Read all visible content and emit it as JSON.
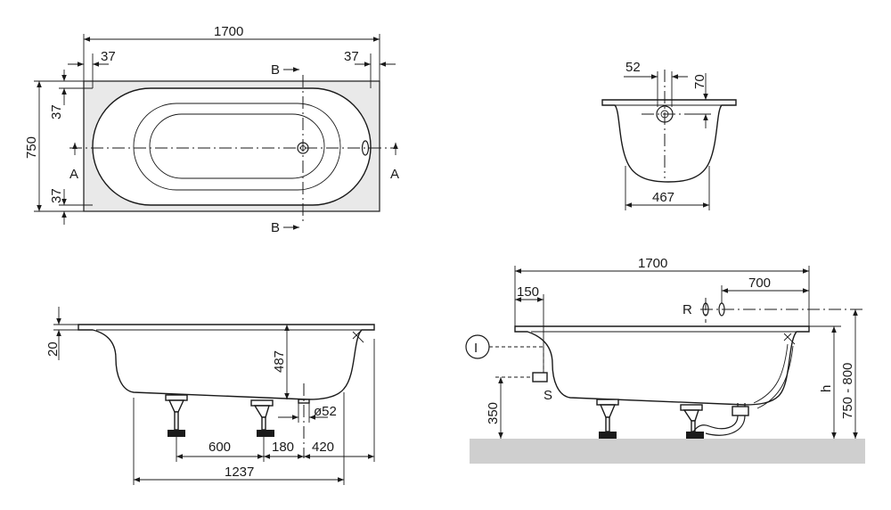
{
  "top_view": {
    "overall_length": "1700",
    "rim_left": "37",
    "rim_right": "37",
    "overall_width": "750",
    "rim_top": "37",
    "rim_bottom": "37",
    "section_a": "A",
    "section_b": "B"
  },
  "end_section": {
    "offset_52": "52",
    "offset_70": "70",
    "bottom_width": "467"
  },
  "side_view": {
    "rim_thickness": "20",
    "depth": "487",
    "drain_dia": "ø52",
    "dim_600": "600",
    "dim_180": "180",
    "dim_420": "420",
    "dim_1237": "1237"
  },
  "install_view": {
    "length": "1700",
    "dim_150": "150",
    "dim_700": "700",
    "label_r": "R",
    "label_i": "I",
    "label_s": "S",
    "dim_350": "350",
    "label_h": "h",
    "height_range": "750 - 800"
  },
  "colors": {
    "line": "#1a1a1a",
    "rim": "#e9e9e9",
    "floor": "#cfcfcf"
  }
}
